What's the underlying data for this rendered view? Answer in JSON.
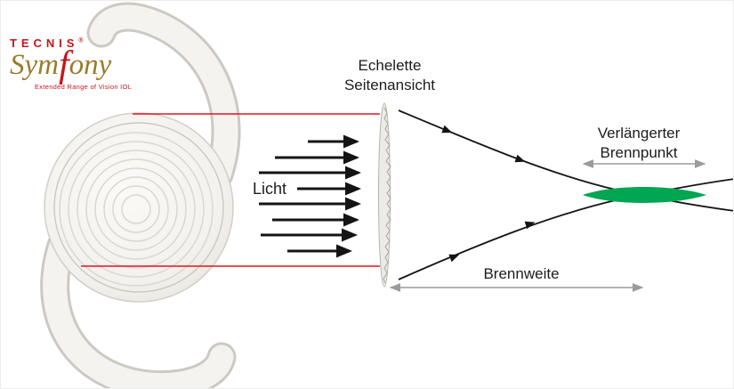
{
  "logo": {
    "brand": "TECNIS",
    "registered": "®",
    "product_pre": "Sym",
    "product_f": "f",
    "product_post": "ony",
    "tagline": "Extended Range of Vision IOL"
  },
  "labels": {
    "light": "Licht",
    "echelette_line1": "Echelette",
    "echelette_line2": "Seitenansicht",
    "focus_line1": "Verlängerter",
    "focus_line2": "Brennpunkt",
    "focal_length": "Brennweite"
  },
  "colors": {
    "brand_red": "#c4161c",
    "brand_gold": "#9a7b2d",
    "line_red": "#e8131d",
    "focus_green": "#00a651",
    "arrow_gray": "#9b9b9b",
    "ray_black": "#141414"
  }
}
